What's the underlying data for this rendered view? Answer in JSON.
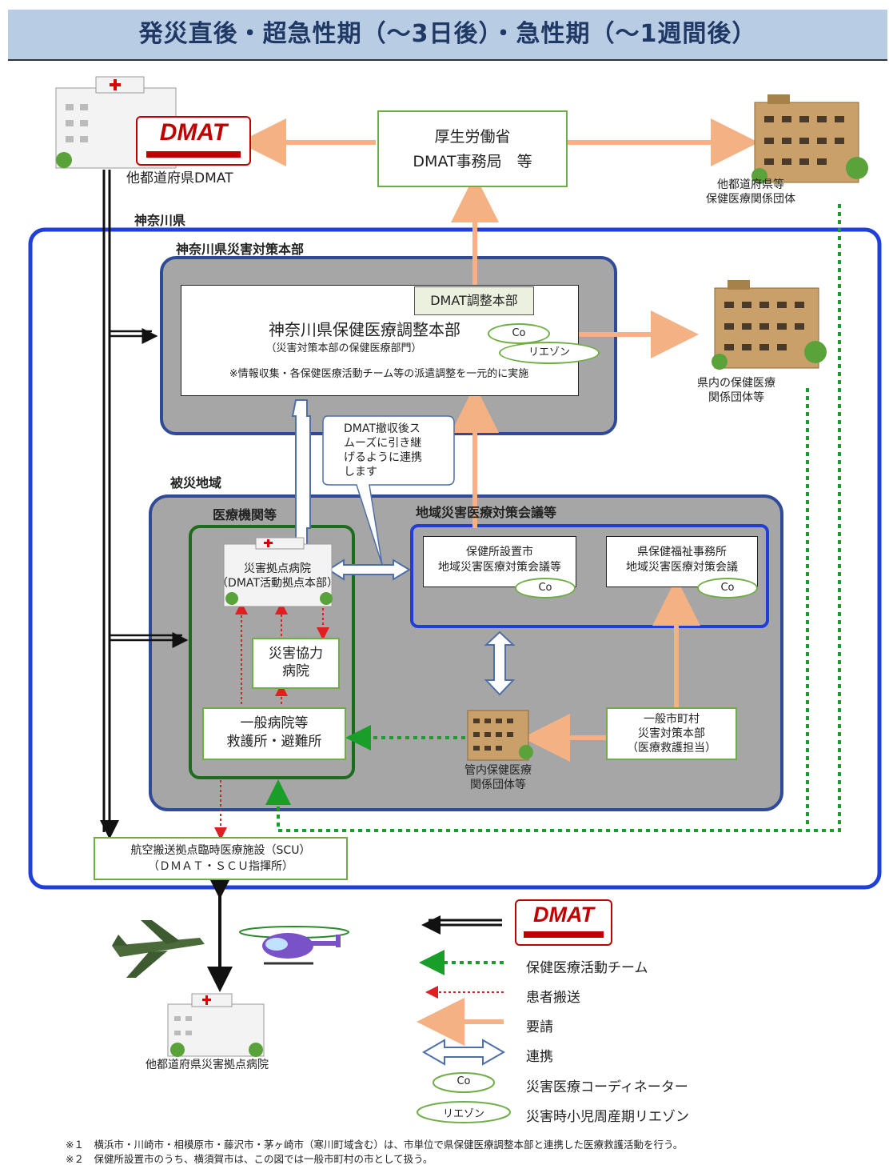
{
  "title": "発災直後・超急性期（～3日後）・急性期（～1週間後）",
  "top": {
    "mhlw_line1": "厚生労働省",
    "mhlw_line2": "DMAT事務局　等",
    "other_pref_dmat": "他都道府県DMAT",
    "other_pref_org_line1": "他都道府県等",
    "other_pref_org_line2": "保健医療関係団体"
  },
  "kanagawa": {
    "label": "神奈川県",
    "hq_label": "神奈川県災害対策本部",
    "dmat_coord": "DMAT調整本部",
    "coord_title": "神奈川県保健医療調整本部",
    "coord_sub": "（災害対策本部の保健医療部門）",
    "coord_note": "※情報収集・各保健医療活動チーム等の派遣調整を一元的に実施",
    "co": "Co",
    "liaison": "リエゾン",
    "pref_org_line1": "県内の保健医療",
    "pref_org_line2": "関係団体等"
  },
  "callout": [
    "DMAT撤収後ス",
    "ムーズに引き継",
    "げるように連携",
    "します"
  ],
  "disaster": {
    "label": "被災地域",
    "medical_label": "医療機関等",
    "council_label": "地域災害医療対策会議等",
    "base_hospital_line1": "災害拠点病院",
    "base_hospital_line2": "（DMAT活動拠点本部）",
    "coop_hospital_line1": "災害協力",
    "coop_hospital_line2": "病院",
    "general_line1": "一般病院等",
    "general_line2": "救護所・避難所",
    "health_city_line1": "保健所設置市",
    "health_city_line2": "地域災害医療対策会議等",
    "pref_office_line1": "県保健福祉事務所",
    "pref_office_line2": "地域災害医療対策会議",
    "local_org_line1": "管内保健医療",
    "local_org_line2": "関係団体等",
    "municipal_line1": "一般市町村",
    "municipal_line2": "災害対策本部",
    "municipal_line3": "（医療救護担当）"
  },
  "scu_line1": "航空搬送拠点臨時医療施設（SCU）",
  "scu_line2": "（ＤＭＡＴ・ＳＣＵ指揮所）",
  "other_base_hospital": "他都道府県災害拠点病院",
  "legend": {
    "dmat_text": "DMAT",
    "team": "保健医療活動チーム",
    "patient": "患者搬送",
    "request": "要請",
    "link": "連携",
    "co": "Co",
    "co_desc": "災害医療コーディネーター",
    "liaison": "リエゾン",
    "liaison_desc": "災害時小児周産期リエゾン"
  },
  "notes": [
    "※１　横浜市・川崎市・相模原市・藤沢市・茅ヶ崎市（寒川町域含む）は、市単位で県保健医療調整本部と連携した医療救護活動を行う。",
    "※２　保健所設置市のうち、横須賀市は、この図では一般市町村の市として扱う。"
  ],
  "colors": {
    "blue_frame": "#1f3fd8",
    "navy": "#2f4a99",
    "gray_fill": "#a6a6a6",
    "green": "#70ad47",
    "dark_green": "#1e6b1e",
    "orange": "#f4b183",
    "dmat_red": "#c00000",
    "dotted_green": "#1a9e2a",
    "dotted_red": "#e02020",
    "link_blue": "#4f6fa8"
  }
}
